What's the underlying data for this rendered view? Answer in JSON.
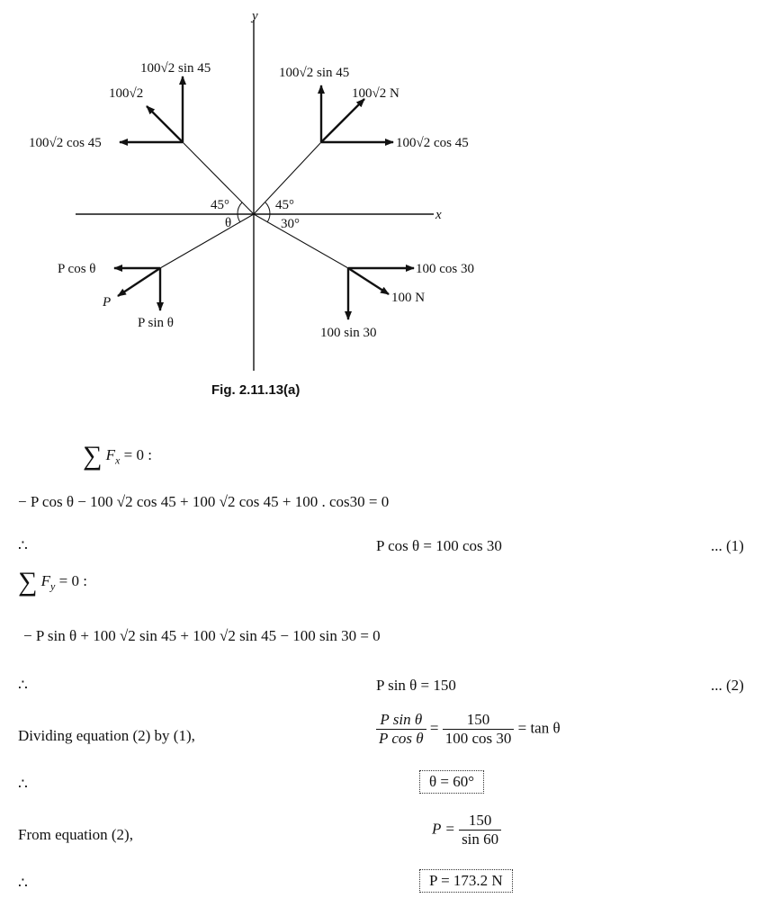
{
  "figure": {
    "axis_y": "y",
    "axis_x": "x",
    "upper_left": {
      "force": "100√2",
      "vertical": "100√2 sin 45",
      "horizontal": "100√2 cos 45",
      "angle": "45°"
    },
    "upper_right": {
      "force": "100√2 N",
      "vertical": "100√2 sin 45",
      "horizontal": "100√2 cos 45",
      "angle": "45°"
    },
    "lower_right": {
      "force": "100 N",
      "horizontal": "100 cos 30",
      "vertical": "100 sin 30",
      "angle": "30°"
    },
    "lower_left": {
      "force": "P",
      "horizontal": "P cos θ",
      "vertical": "P sin θ",
      "angle": "θ"
    },
    "caption": "Fig. 2.11.13(a)"
  },
  "solution": {
    "sum_fx_label": "F",
    "sum_fx_sub": "x",
    "sum_fx_rest": " = 0 :",
    "eq_x": "− P cos θ − 100 √2 cos 45 + 100 √2 cos 45 + 100 . cos30 = 0",
    "therefore1": "∴",
    "result1": "P cos θ = 100 cos 30",
    "ref1": "... (1)",
    "sum_fy_label": "F",
    "sum_fy_sub": "y",
    "sum_fy_rest": " = 0 :",
    "eq_y": "− P sin θ + 100 √2 sin 45 + 100 √2 sin 45 − 100 sin 30 = 0",
    "therefore2": "∴",
    "result2": "P sin θ = 150",
    "ref2": "... (2)",
    "dividing_text": "Dividing equation (2) by (1),",
    "div_num": "P sin θ",
    "div_den": "P cos θ",
    "div_eq": "=",
    "div_num2": "150",
    "div_den2": "100 cos 30",
    "div_tail": "= tan θ",
    "therefore3": "∴",
    "theta_result": "θ = 60°",
    "from_text": "From equation (2),",
    "p_lhs": "P =",
    "p_num": "150",
    "p_den": "sin 60",
    "therefore4": "∴",
    "p_result": "P = 173.2 N"
  }
}
